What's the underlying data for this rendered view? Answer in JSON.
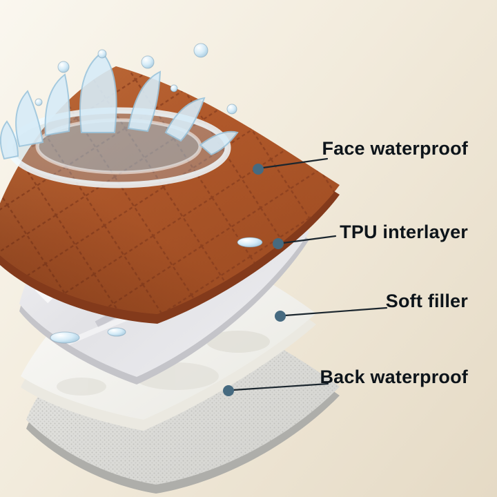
{
  "diagram": {
    "layers": [
      {
        "name": "face-waterproof",
        "label": "Face waterproof",
        "color": "#b35a2b"
      },
      {
        "name": "tpu-interlayer",
        "label": "TPU interlayer",
        "color": "#e9e9ed"
      },
      {
        "name": "soft-filler",
        "label": "Soft filler",
        "color": "#f3f2ee"
      },
      {
        "name": "back-waterproof",
        "label": "Back waterproof",
        "color": "#dcdcd8"
      }
    ],
    "callout": {
      "line_color": "#1b262e",
      "dot_color": "#466a80",
      "text_color": "#0d141a"
    },
    "background": {
      "top_left": "#faf7ef",
      "bottom_right": "#e5dac5"
    },
    "splash_color": "#d7ecf8"
  }
}
